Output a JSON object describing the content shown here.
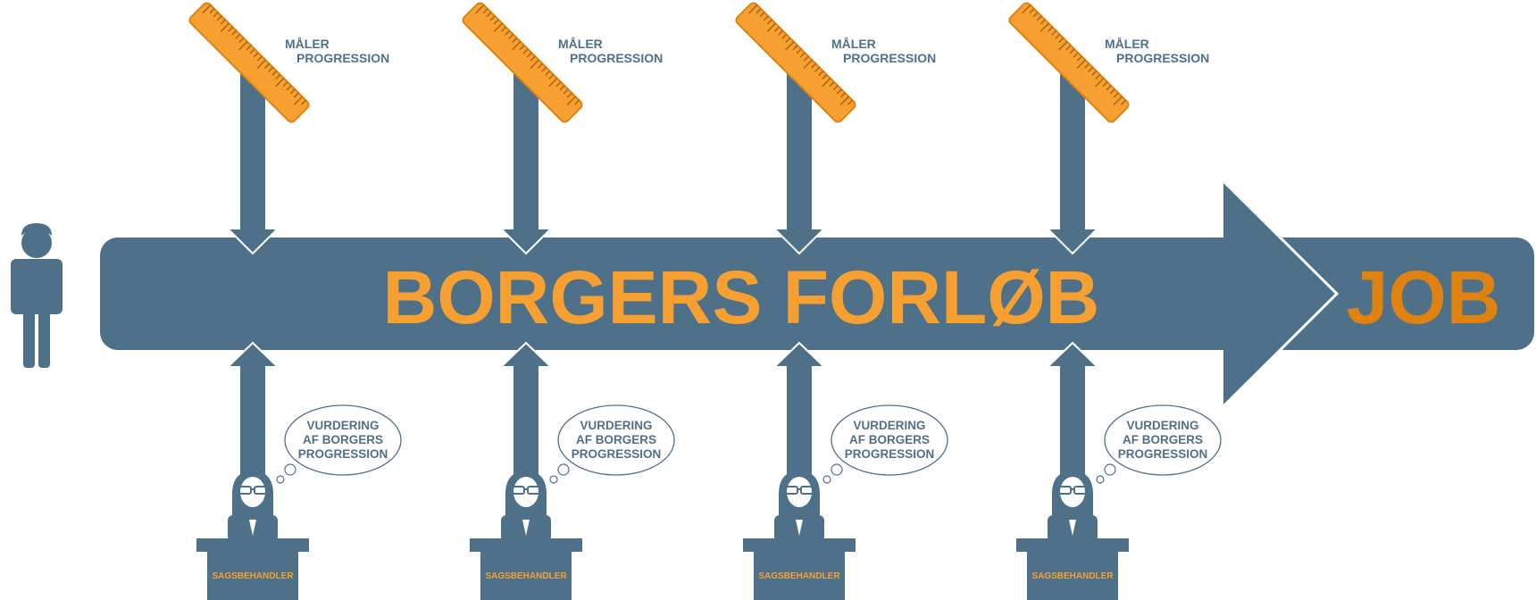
{
  "main_title": "BORGERS FORLØB",
  "goal_label": "JOB",
  "stages": [
    {
      "ruler_label_line1": "MÅLER",
      "ruler_label_line2": "PROGRESSION",
      "thought_line1": "VURDERING",
      "thought_line2": "AF BORGERS",
      "thought_line3": "PROGRESSION",
      "desk_label": "SAGSBEHANDLER"
    },
    {
      "ruler_label_line1": "MÅLER",
      "ruler_label_line2": "PROGRESSION",
      "thought_line1": "VURDERING",
      "thought_line2": "AF BORGERS",
      "thought_line3": "PROGRESSION",
      "desk_label": "SAGSBEHANDLER"
    },
    {
      "ruler_label_line1": "MÅLER",
      "ruler_label_line2": "PROGRESSION",
      "thought_line1": "VURDERING",
      "thought_line2": "AF BORGERS",
      "thought_line3": "PROGRESSION",
      "desk_label": "SAGSBEHANDLER"
    },
    {
      "ruler_label_line1": "MÅLER",
      "ruler_label_line2": "PROGRESSION",
      "thought_line1": "VURDERING",
      "thought_line2": "AF BORGERS",
      "thought_line3": "PROGRESSION",
      "desk_label": "SAGSBEHANDLER"
    }
  ],
  "colors": {
    "slate": "#4e7189",
    "orange": "#f5a030",
    "orange_dark": "#e0820f",
    "ruler_tick": "#a85f10",
    "white": "#ffffff"
  }
}
